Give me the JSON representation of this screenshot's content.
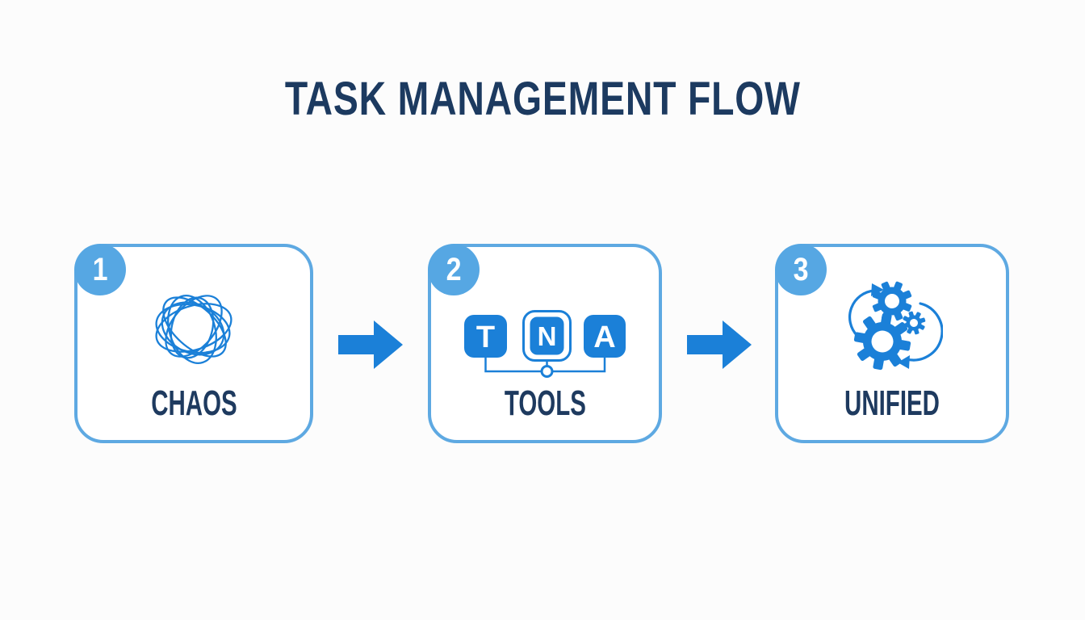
{
  "title": "TASK MANAGEMENT FLOW",
  "colors": {
    "title_navy": "#1c3a60",
    "label_navy": "#1e3a5f",
    "card_border_blue": "#5ea9e2",
    "badge_blue": "#56a7e3",
    "icon_blue": "#1b80d8",
    "background": "#fcfcfc",
    "card_background": "#ffffff"
  },
  "steps": [
    {
      "number": "1",
      "label": "CHAOS",
      "icon": "tangle-icon"
    },
    {
      "number": "2",
      "label": "TOOLS",
      "icon": "app-tiles-icon",
      "tiles": [
        {
          "letter": "T",
          "style": "solid"
        },
        {
          "letter": "N",
          "style": "outlined"
        },
        {
          "letter": "A",
          "style": "solid"
        }
      ]
    },
    {
      "number": "3",
      "label": "UNIFIED",
      "icon": "gears-sync-icon"
    }
  ]
}
